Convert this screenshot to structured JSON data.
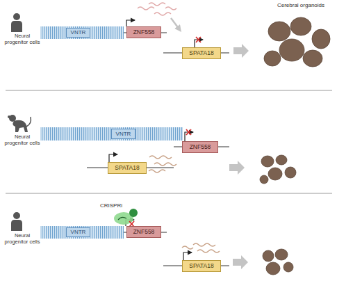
{
  "diagram": {
    "nodes": [
      {
        "text": [
          "VNTR"
        ]
      },
      {
        "text": [
          "ZNF558"
        ]
      },
      {
        "text": [
          "SPATA18"
        ]
      },
      {
        "text": [
          "VNTR"
        ]
      },
      {
        "text": [
          "ZNF558"
        ]
      },
      {
        "text": [
          "SPATA18"
        ]
      },
      {
        "text": [
          "VNTR"
        ]
      },
      {
        "text": [
          "ZNF558"
        ]
      },
      {
        "text": [
          "SPATA18"
        ]
      }
    ],
    "labels": [
      "Neural progenitor cells",
      "Neural progenitor cells",
      "Neural progenitor cells",
      "Cerebral organoids",
      "CRISPRi"
    ]
  }
}
